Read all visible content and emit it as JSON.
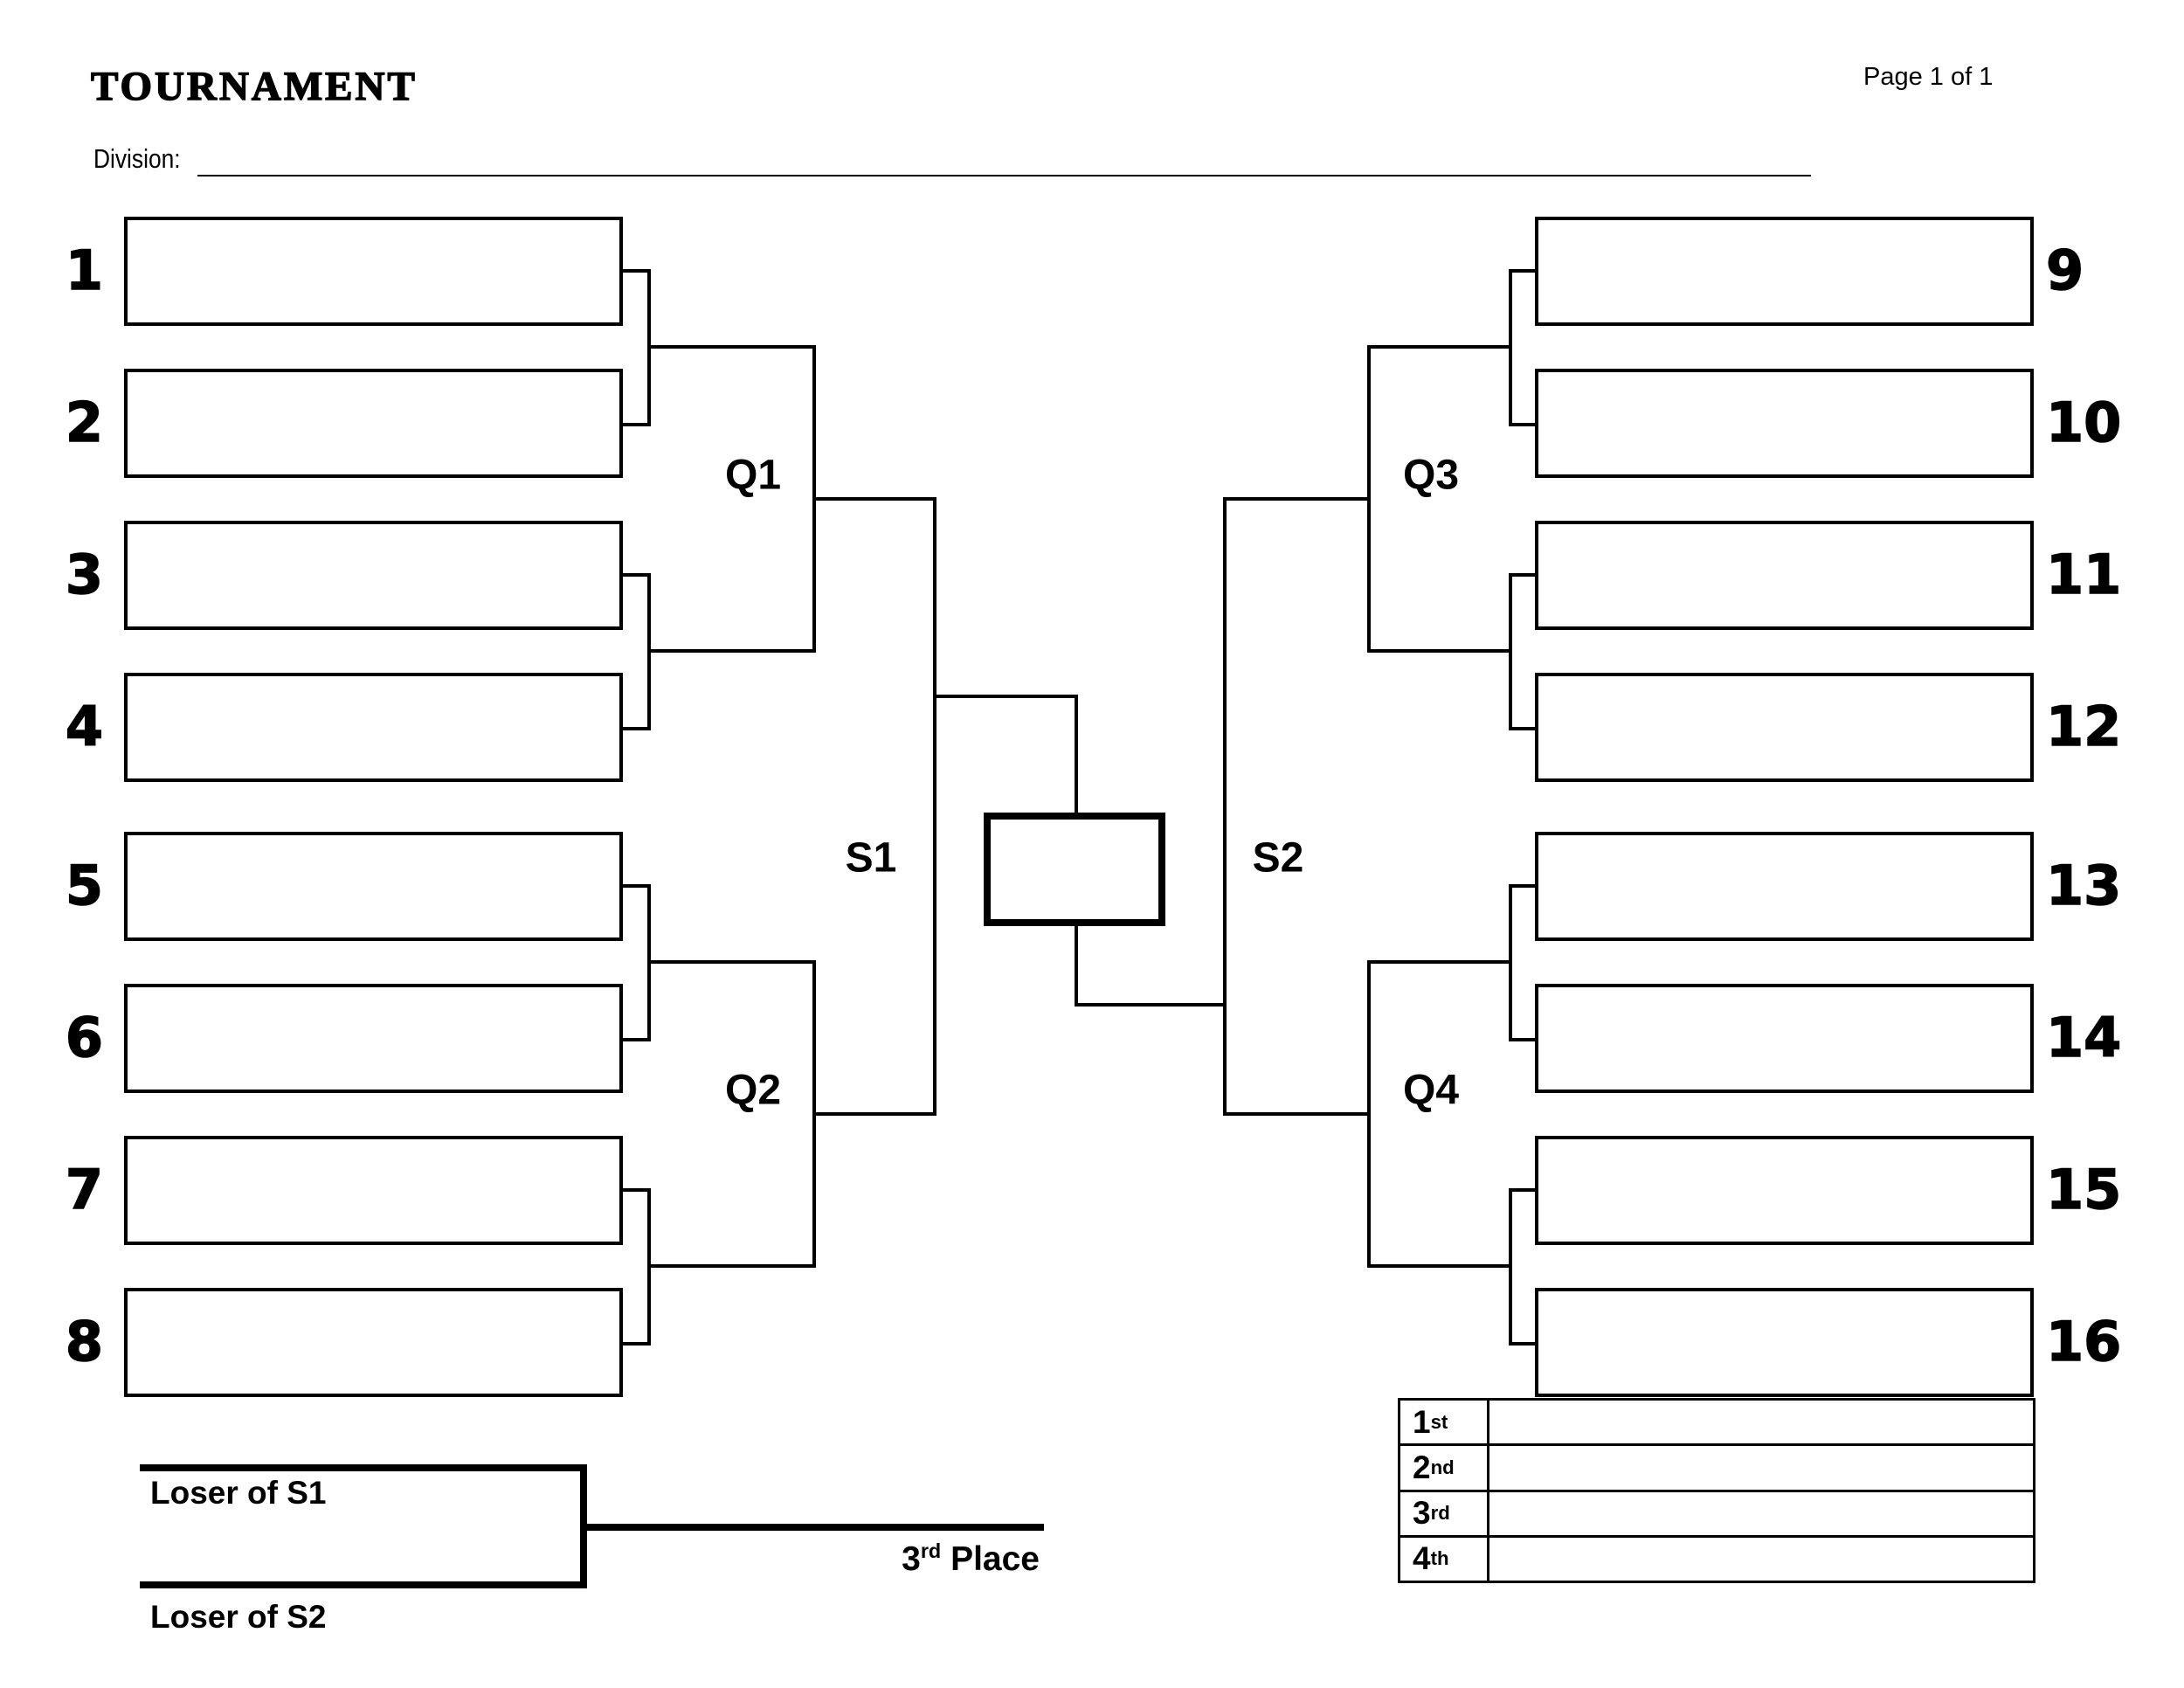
{
  "header": {
    "title": "TOURNAMENT",
    "page_label": "Page 1 of 1",
    "division_label": "Division:",
    "division_value": ""
  },
  "bracket": {
    "left_seeds": [
      "1",
      "2",
      "3",
      "4",
      "5",
      "6",
      "7",
      "8"
    ],
    "right_seeds": [
      "9",
      "10",
      "11",
      "12",
      "13",
      "14",
      "15",
      "16"
    ],
    "round_labels": {
      "q1": "Q1",
      "q2": "Q2",
      "q3": "Q3",
      "q4": "Q4",
      "s1": "S1",
      "s2": "S2"
    },
    "final_value": ""
  },
  "third_place": {
    "loser_s1": "Loser of S1",
    "loser_s2": "Loser of S2",
    "place_number": "3",
    "place_suffix": "rd",
    "place_word": " Place"
  },
  "standings": {
    "rows": [
      {
        "rank": "1",
        "suffix": "st",
        "value": ""
      },
      {
        "rank": "2",
        "suffix": "nd",
        "value": ""
      },
      {
        "rank": "3",
        "suffix": "rd",
        "value": ""
      },
      {
        "rank": "4",
        "suffix": "th",
        "value": ""
      }
    ]
  },
  "colors": {
    "ink": "#000000",
    "background": "#ffffff"
  }
}
